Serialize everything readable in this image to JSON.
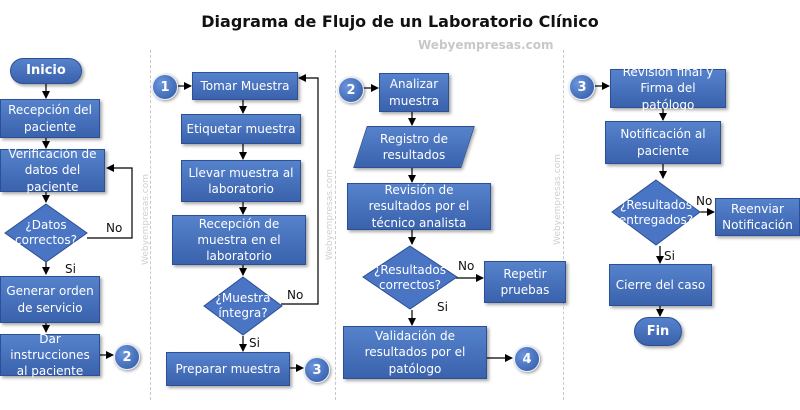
{
  "title": "Diagrama de Flujo de un Laboratorio Clínico",
  "watermark": "Webyempresas.com",
  "watermark_vertical": "Webyempresas.com",
  "col1": {
    "start": "Inicio",
    "reception": "Recepción del paciente",
    "verify": "Verificación de datos del paciente",
    "decision": "¿Datos correctos?",
    "no": "No",
    "yes": "Si",
    "order": "Generar orden de servicio",
    "instructions": "Dar instrucciones al paciente",
    "connector": "2"
  },
  "col2": {
    "connector_in": "1",
    "take": "Tomar Muestra",
    "label": "Etiquetar  muestra",
    "carry": "Llevar muestra  al laboratorio",
    "receive": "Recepción de muestra en el laboratorio",
    "decision": "¿Muestra íntegra?",
    "no": "No",
    "yes": "Si",
    "prepare": "Preparar  muestra",
    "connector_out": "3"
  },
  "col3": {
    "connector_in": "2",
    "analyze": "Analizar muestra",
    "register": "Registro de resultados",
    "review": "Revisión de resultados por el técnico analista",
    "decision": "¿Resultados correctos?",
    "no": "No",
    "yes": "Si",
    "repeat": "Repetir pruebas",
    "validate": "Validación de resultados por el patólogo",
    "connector_out": "4"
  },
  "col4": {
    "connector_in": "3",
    "final": "Revisión final y Firma del patólogo",
    "notify": "Notificación al paciente",
    "decision": "¿Resultados entregados?",
    "no": "No",
    "yes": "Si",
    "resend": "Reenviar Notificación",
    "close": "Cierre del caso",
    "end": "Fin"
  },
  "colors": {
    "node_fill": "#4a75c4",
    "node_border": "#2c4f95",
    "line": "#000000"
  }
}
